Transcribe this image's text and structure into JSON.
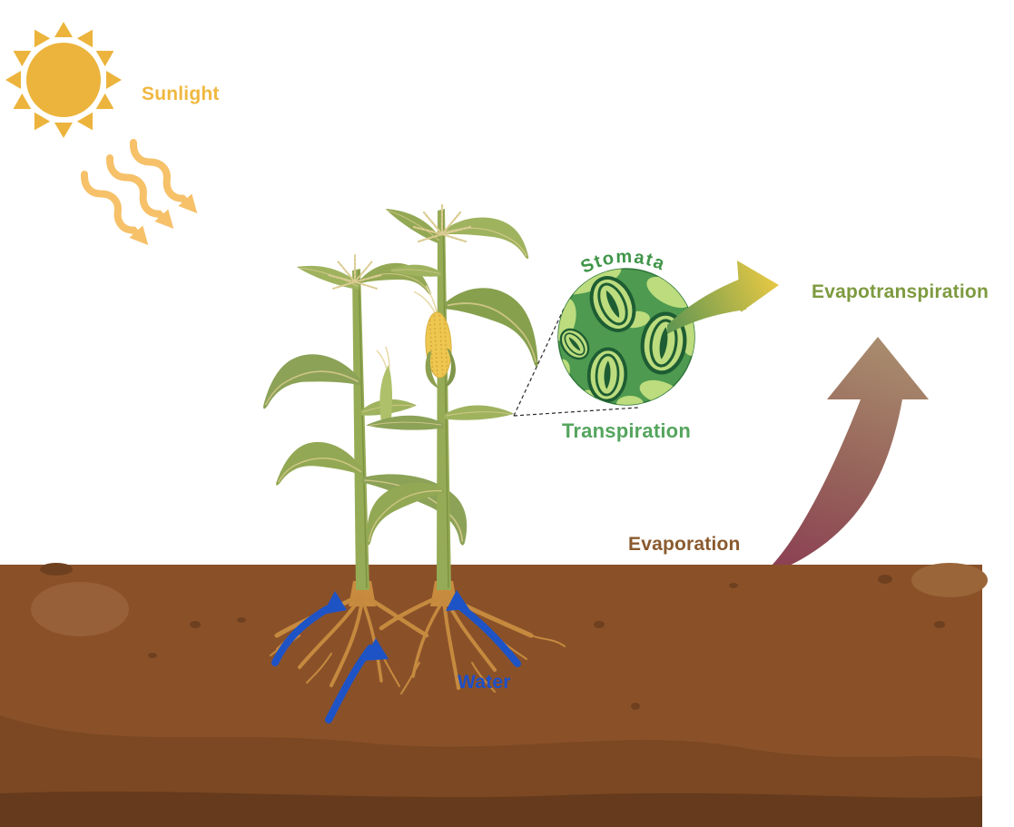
{
  "diagram": {
    "title": "Evapotranspiration",
    "labels": {
      "sunlight": "Sunlight",
      "stomata": "Stomata",
      "transpiration": "Transpiration",
      "evapotranspiration": "Evapotranspiration",
      "evaporation": "Evaporation",
      "water": "Water"
    },
    "colors": {
      "sun": "#ECB43C",
      "heat_wave": "#F6C169",
      "sunlight_label": "#F0B840",
      "stomata_label": "#3F9549",
      "transpiration_label": "#55A55E",
      "evapotranspiration_label": "#7D9A3F",
      "evaporation_label": "#8A5A2E",
      "water_label": "#1C50C9",
      "water_arrow": "#1E53C6",
      "soil": "#8A5129",
      "soil_dark": "#7B4823",
      "soil_darkest": "#663A1C",
      "root": "#C68A3F",
      "leaf": "#9FB35F",
      "stem": "#96AB55",
      "cob": "#EDC750",
      "stomata_bg": "#4E9A50",
      "stomata_cell": "#BCDC7E",
      "stomata_outline": "#1E5D33",
      "transpiration_arrow_start": "#5E9552",
      "transpiration_arrow_end": "#E6C844",
      "evapo_arrow_top": "#A98C6E",
      "evapo_arrow_bottom": "#8B3F53"
    }
  }
}
